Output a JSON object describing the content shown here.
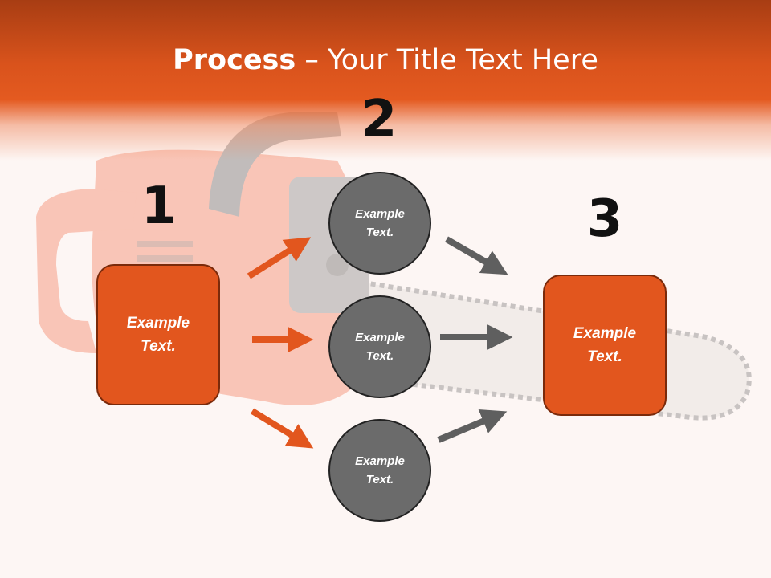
{
  "slide": {
    "title_bold": "Process",
    "title_rest": " – Your Title Text Here"
  },
  "steps": {
    "num1": "1",
    "num2": "2",
    "num3": "3",
    "box_left": "Example Text.",
    "circle_top": "Example Text.",
    "circle_mid": "Example Text.",
    "circle_bottom": "Example Text.",
    "box_right": "Example Text."
  },
  "colors": {
    "accent_orange": "#e2561e",
    "circle_gray": "#6b6b6b",
    "arrow_gray": "#5f5f5f"
  }
}
